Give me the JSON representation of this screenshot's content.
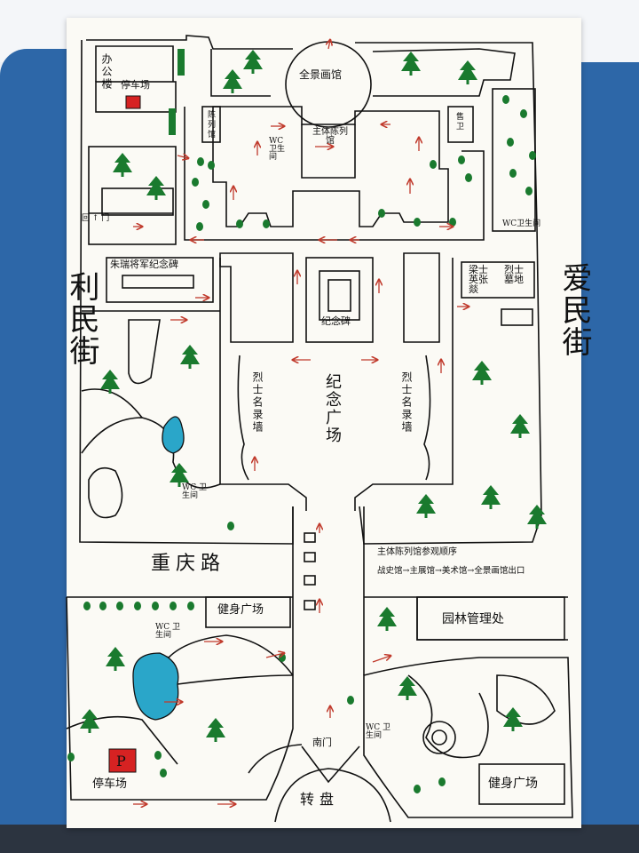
{
  "map": {
    "streets": {
      "west": "利民街",
      "east": "爱民街",
      "south_road": "重庆路"
    },
    "north": {
      "office": "办公楼",
      "parking": "停车场",
      "panorama": "全景画馆",
      "exhibition": "主体陈列馆",
      "wc": "WC 卫生间",
      "small_hall_left": "陈列馆",
      "small_hall_right": "售卫",
      "wc_east": "WC卫生间"
    },
    "middle": {
      "monument_general": "朱瑞将军纪念碑",
      "monument": "纪念碑",
      "plaza": "纪念广场",
      "wall_left": "烈士名录墙",
      "wall_right": "烈士名录墙",
      "tomb_a": "梁士英张燚",
      "tomb_b": "烈士墓地",
      "wc": "WC 卫生间",
      "gate_small": "回 ↑ 门"
    },
    "south": {
      "fitness_top": "健身广场",
      "fitness_bottom": "健身广场",
      "garden_office": "园林管理处",
      "wc_left": "WC 卫生间",
      "wc_right": "WC 卫生间",
      "parking": "停车场",
      "south_gate": "南门",
      "roundabout": "转盘"
    },
    "route_note": {
      "line1": "主体陈列馆参观顺序",
      "line2": "战史馆→主展馆→美术馆→全景画馆出口"
    },
    "colors": {
      "ink": "#111111",
      "tree_green": "#1a7a2e",
      "arrow_red": "#c0392b",
      "lake_blue": "#2aa6c9",
      "parking_red": "#d62222"
    },
    "icons": [
      "tree-icon",
      "parking-icon",
      "arrow-icon",
      "lake-icon"
    ]
  }
}
